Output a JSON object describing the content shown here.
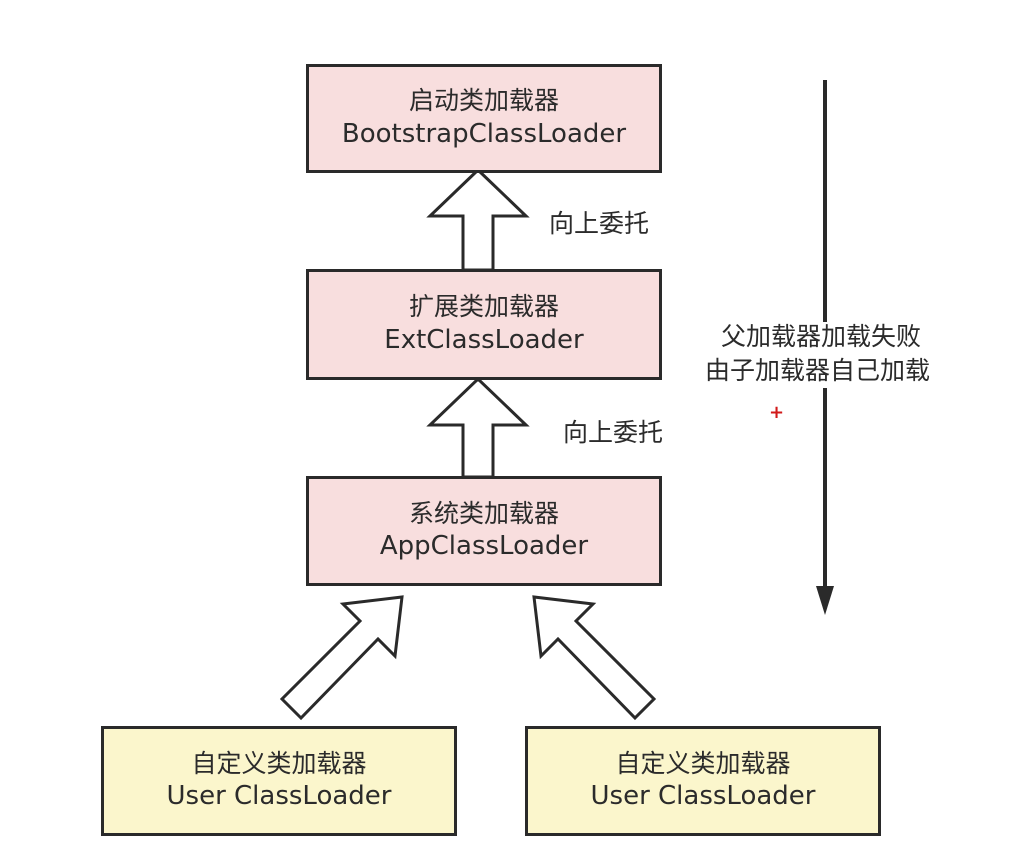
{
  "nodes": {
    "bootstrap": {
      "cn": "启动类加载器",
      "en": "BootstrapClassLoader"
    },
    "ext": {
      "cn": "扩展类加载器",
      "en": "ExtClassLoader"
    },
    "app": {
      "cn": "系统类加载器",
      "en": "AppClassLoader"
    },
    "user_left": {
      "cn": "自定义类加载器",
      "en": "User ClassLoader"
    },
    "user_right": {
      "cn": "自定义类加载器",
      "en": "User ClassLoader"
    }
  },
  "edges": {
    "ext_to_bootstrap": {
      "label": "向上委托"
    },
    "app_to_ext": {
      "label": "向上委托"
    }
  },
  "side_note": {
    "line1": "父加载器加载失败",
    "line2": "由子加载器自己加载"
  },
  "colors": {
    "parent_box_fill": "#f8dede",
    "user_box_fill": "#fbf6cc",
    "stroke": "#2a2a2a",
    "cursor": "#d11a1a"
  },
  "cursor_glyph": "+"
}
